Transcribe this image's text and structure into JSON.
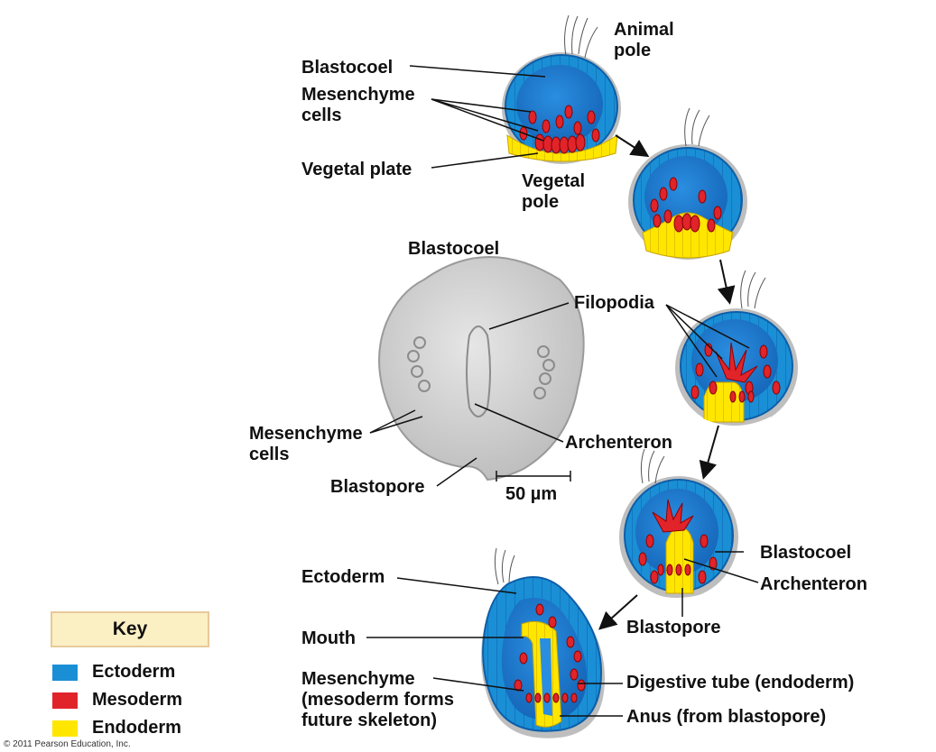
{
  "colors": {
    "ectoderm": "#1a8fd6",
    "mesoderm": "#e0242a",
    "endoderm": "#ffe600",
    "blastocoel_fill": "#2b73c6",
    "key_bg": "#fbefc4"
  },
  "labels": {
    "animal_pole": "Animal\npole",
    "blastocoel_top": "Blastocoel",
    "mesenchyme_top": "Mesenchyme\ncells",
    "vegetal_plate": "Vegetal plate",
    "vegetal_pole": "Vegetal\npole",
    "blastocoel_micro": "Blastocoel",
    "filopodia": "Filopodia",
    "mesenchyme_micro": "Mesenchyme\ncells",
    "archenteron_mid": "Archenteron",
    "blastopore_micro": "Blastopore",
    "scale": "50 µm",
    "blastocoel_right": "Blastocoel",
    "archenteron_right": "Archenteron",
    "blastopore_right": "Blastopore",
    "ectoderm": "Ectoderm",
    "mouth": "Mouth",
    "mesenchyme_bottom": "Mesenchyme\n(mesoderm forms\nfuture skeleton)",
    "digestive_tube": "Digestive tube (endoderm)",
    "anus": "Anus (from blastopore)"
  },
  "key": {
    "title": "Key",
    "items": [
      {
        "label": "Ectoderm",
        "color": "#1a8fd6"
      },
      {
        "label": "Mesoderm",
        "color": "#e0242a"
      },
      {
        "label": "Endoderm",
        "color": "#ffe600"
      }
    ]
  },
  "copyright": "© 2011 Pearson Education, Inc."
}
